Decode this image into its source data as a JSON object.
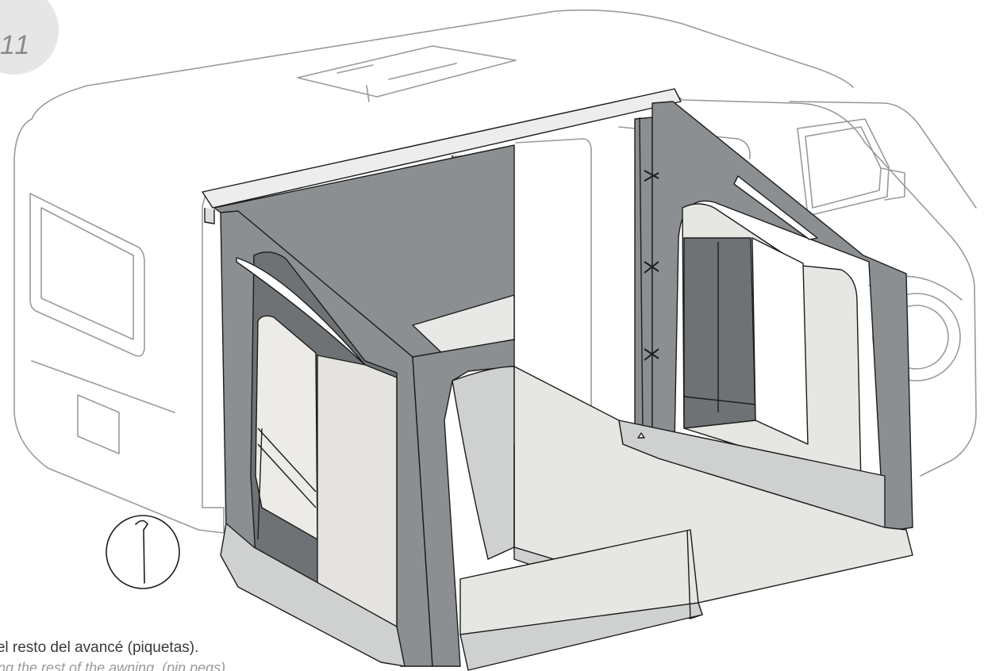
{
  "step": {
    "number": "11"
  },
  "instruction": {
    "text_es": "a el resto del avancé (piquetas).",
    "text_en": "wing the rest of the awning. (pin pegs)"
  },
  "icons": {
    "peg_icon": "pin-peg-icon",
    "vehicle": "motorhome-outline",
    "awning": "inflatable-awning"
  },
  "colors": {
    "awning_frame": "#8c8f91",
    "awning_dark": "#6f7274",
    "awning_panel": "#e6e6e3",
    "awning_mesh": "#cfd1d1",
    "vehicle_outline": "#9a9a9a",
    "badge": "#e6e6e6"
  }
}
